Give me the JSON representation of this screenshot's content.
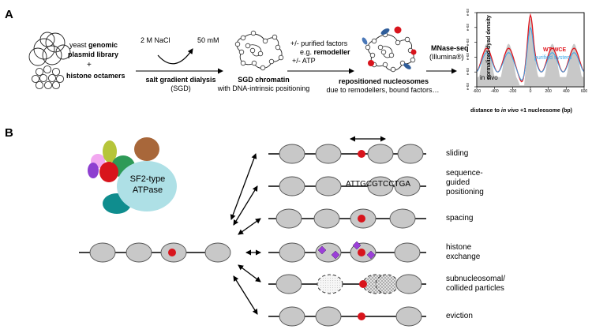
{
  "panel_a": {
    "label": "A",
    "input_line1": "yeast",
    "input_line1_bold": "genomic",
    "input_line2": "plasmid library",
    "plus": "+",
    "input_line3": "histone octamers",
    "salt_high": "2 M NaCl",
    "salt_low": "50 mM",
    "step1_line1": "salt gradient dialysis",
    "step1_line2": "(SGD)",
    "chromatin_title": "SGD chromatin",
    "chromatin_sub": "with DNA-intrinsic positioning",
    "cond1": "+/- purified factors",
    "cond2_prefix": "e.g.",
    "cond2_bold": "remodeller",
    "cond3": "+/- ATP",
    "repositioned_title": "repositioned nucleosomes",
    "repositioned_sub": "due to remodellers, bound factors…",
    "mnase_title": "MNase-seq",
    "mnase_sub": "(Illumina®)",
    "plot": {
      "ylabel": "normalized dyad density",
      "ytick_exp": "e-03",
      "xticks": [
        "-600",
        "-400",
        "-200",
        "0",
        "200",
        "400",
        "600"
      ],
      "legend_wt": "WT WCE",
      "legend_purified": "purified system",
      "legend_invivo": "in vivo",
      "xlabel_pre": "distance to",
      "xlabel_italic": "in vivo",
      "xlabel_post": "+1 nucleosome (bp)",
      "colors": {
        "wt": "#e0141c",
        "purified": "#3aa6e8",
        "invivo": "#c8c8c8"
      }
    }
  },
  "panel_b": {
    "label": "B",
    "enzyme_line1": "SF2-type",
    "enzyme_line2": "ATPase",
    "sequence": "ATTGCGTCCTGA",
    "outcomes": [
      "sliding",
      "sequence-",
      "guided",
      "positioning",
      "spacing",
      "histone",
      "exchange",
      "subnucleosomal/",
      "collided particles",
      "eviction"
    ],
    "colors": {
      "nucleosome": "#c8c8c8",
      "dyad": "#d8141c",
      "variant": "#9b3fd8",
      "atpase": "#aee0e6",
      "sub_teal": "#0f8d8e",
      "sub_green": "#2e9a57",
      "sub_red": "#d8141c",
      "sub_purple": "#8e3fd0",
      "sub_yellow": "#b6c53a",
      "sub_pink": "#f2a8f0",
      "sub_brown": "#a8673a"
    }
  }
}
